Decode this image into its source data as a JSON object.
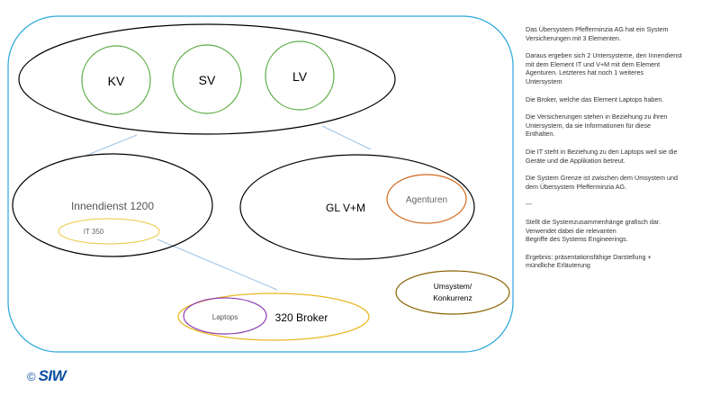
{
  "diagram": {
    "supersystem": {
      "elements": [
        "KV",
        "SV",
        "LV"
      ]
    },
    "innendienst": {
      "label": "Innendienst 1200",
      "it": "IT 350"
    },
    "gl": {
      "label": "GL V+M",
      "agenturen": "Agenturen"
    },
    "broker": {
      "label": "320 Broker",
      "laptops": "Laptops"
    },
    "umsystem": {
      "line1": "Umsystem/",
      "line2": "Konkurrenz"
    }
  },
  "notes": [
    "Das Übersystem Pfefferminzia AG hat ein System\nVersicherungen mit 3 Elementen.",
    "Daraus ergeben sich 2 Untersysteme, den Innendienst\nmit dem Element IT und V+M mit dem Element\nAgenturen. Letzteres hat noch 1 weiteres\nUntersystem",
    "Die Broker, welche das Element Laptops haben.",
    "Die Versicherungen stehen in Beziehung zu ihren\nUntersystem, da sie Informationen für diese\nEnthalten.",
    "Die IT steht in Beziehung zu den Laptops weil sie die\nGeräte und die Applikation betreut.",
    "Die System Grenze ist zwischen dem Umsystem und\ndem Übersystem Pfefferminzia AG.",
    "---",
    "Stellt die Systemzusammenhänge grafisch dar.\nVerwendet dabei die relevanten\nBegriffe des Systems Engineerings.",
    "Ergebnis: präsentationsfähige Darstellung +\nmündliche Erläuterung"
  ],
  "logo": {
    "copyright": "©",
    "text": "SIW"
  },
  "colors": {
    "boundary": "#2aa6dc",
    "green": "#5aac44",
    "orange": "#d2691e",
    "gold": "#e8b820",
    "purple": "#8e3fb0",
    "brown": "#8a6200",
    "connector": "#9dc3e6"
  }
}
